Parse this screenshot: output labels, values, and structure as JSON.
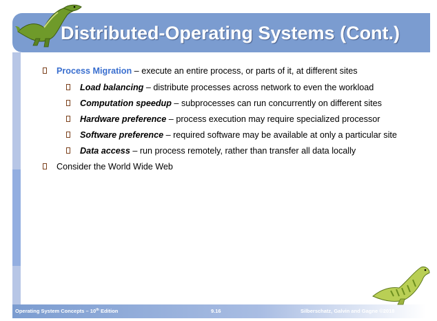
{
  "slide": {
    "title": "Distributed-Operating Systems (Cont.)",
    "bullets": [
      {
        "term": "Process Migration",
        "text": " – execute an entire process, or parts of it, at different sites"
      },
      {
        "term": "Load balancing",
        "text": " – distribute processes across network to even the workload"
      },
      {
        "term": "Computation speedup",
        "text": " – subprocesses can run concurrently on different sites"
      },
      {
        "term": "Hardware preference",
        "text": " – process execution may require specialized processor"
      },
      {
        "term": "Software preference",
        "text": " – required software may be available at only a particular site"
      },
      {
        "term": "Data access",
        "text": " – run process remotely, rather than transfer all data locally"
      },
      {
        "text": "Consider the World Wide Web"
      }
    ]
  },
  "footer": {
    "book_prefix": "Operating System Concepts – 10",
    "book_sup": "th",
    "book_suffix": " Edition",
    "page_number": "9.16",
    "copyright": "Silberschatz, Galvin and Gagne ©2018"
  },
  "colors": {
    "title_bar": "#7b9cd0",
    "term_blue": "#3a6fcf",
    "dinosaur_green": "#8fb33a"
  }
}
